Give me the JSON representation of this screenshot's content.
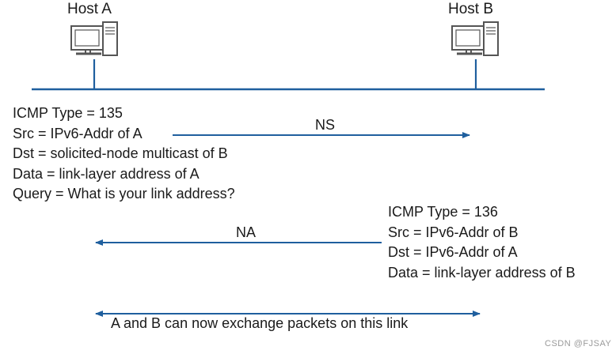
{
  "colors": {
    "line": "#1f5f9e",
    "computer_outline": "#555555",
    "text": "#1a1a1a",
    "watermark": "#9a9a9a"
  },
  "hosts": {
    "a": {
      "label": "Host A",
      "icon": "computer-icon"
    },
    "b": {
      "label": "Host B",
      "icon": "computer-icon"
    }
  },
  "ns": {
    "lines": [
      "ICMP Type = 135",
      "Src = IPv6-Addr of A",
      "Dst = solicited-node multicast of B",
      "Data = link-layer address of A",
      "Query = What is your link address?"
    ],
    "arrow_label": "NS"
  },
  "na": {
    "lines": [
      "ICMP Type = 136",
      "Src = IPv6-Addr of B",
      "Dst = IPv6-Addr of A",
      "Data = link-layer address of B"
    ],
    "arrow_label": "NA"
  },
  "final": {
    "label": "A and B can now exchange packets on this link"
  },
  "watermark": "CSDN @FJSAY"
}
